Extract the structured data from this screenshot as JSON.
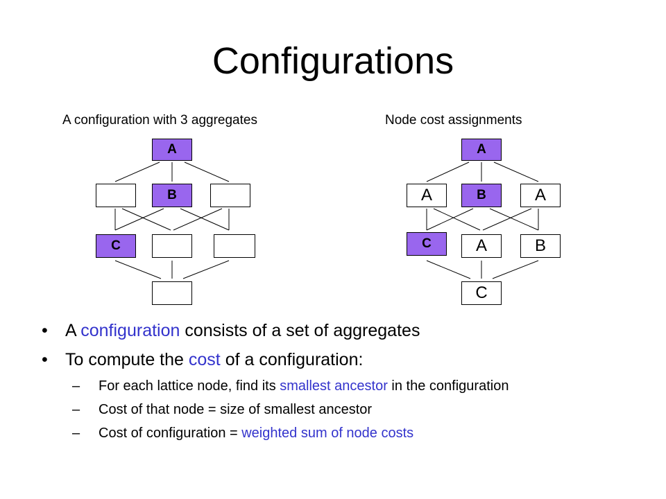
{
  "title": "Configurations",
  "left_diagram": {
    "caption": "A configuration with 3 aggregates",
    "nodes": {
      "top": "A",
      "mid_left": "",
      "mid_center": "B",
      "mid_right": "",
      "low_left": "C",
      "low_center": "",
      "low_right": "",
      "bottom": ""
    }
  },
  "right_diagram": {
    "caption": "Node cost assignments",
    "nodes": {
      "top": "A",
      "mid_left": "A",
      "mid_center": "B",
      "mid_right": "A",
      "low_left": "C",
      "low_center": "A",
      "low_right": "B",
      "bottom": "C"
    }
  },
  "colors": {
    "aggregate_fill": "#9966ee",
    "highlight_text": "#3333cc"
  },
  "bullets": [
    {
      "dot": "•",
      "before": "A ",
      "highlight": "configuration",
      "after": " consists of a set of aggregates"
    },
    {
      "dot": "•",
      "before": "To compute the ",
      "highlight": "cost",
      "after": " of a configuration:"
    }
  ],
  "sub_bullets": [
    {
      "dash": "–",
      "before": "For each lattice node, find its ",
      "highlight": "smallest ancestor",
      "after": " in the configuration"
    },
    {
      "dash": "–",
      "before": "Cost of that node = size of smallest ancestor",
      "highlight": "",
      "after": ""
    },
    {
      "dash": "–",
      "before": "Cost of configuration = ",
      "highlight": "weighted sum of node costs",
      "after": ""
    }
  ]
}
